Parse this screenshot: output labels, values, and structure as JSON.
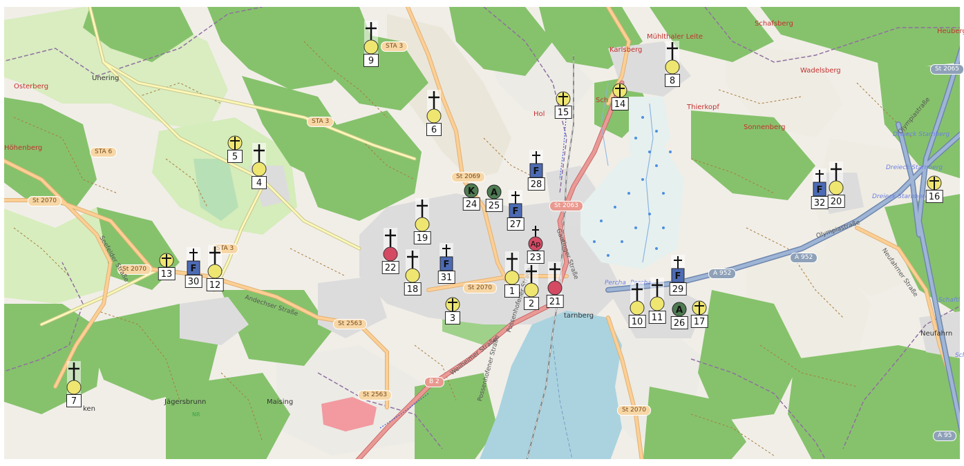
{
  "colors": {
    "forest": "#84c26b",
    "meadow": "#cdeab0",
    "farmland": "#efe6d3",
    "residential": "#e0dfdf",
    "water": "#aad3df",
    "primary_road": "#e48f8a",
    "secondary_road": "#f8c88a",
    "tertiary_road": "#f9f7b7",
    "motorway": "#8aa1c4",
    "cemetery_yellow": "#eee670",
    "cemetery_red": "#d44a63",
    "cemetery_blue": "#4d6bb4",
    "cemetery_green": "#4e7b52",
    "boundary": "#8f6fa0"
  },
  "places": [
    {
      "id": "osterberg",
      "text": "Osterberg",
      "style": "red"
    },
    {
      "id": "unering",
      "text": "Unering",
      "style": "dark"
    },
    {
      "id": "hoehenberg",
      "text": "Höhenberg",
      "style": "red"
    },
    {
      "id": "muehlthaler",
      "text": "Mühlthaler Leite",
      "style": "red"
    },
    {
      "id": "karlsberg",
      "text": "Karlsberg",
      "style": "red"
    },
    {
      "id": "schafsberg",
      "text": "Schafsberg",
      "style": "red"
    },
    {
      "id": "heuberg",
      "text": "Heuberg",
      "style": "red"
    },
    {
      "id": "wadelsberg",
      "text": "Wadelsberg",
      "style": "red"
    },
    {
      "id": "thierkopf",
      "text": "Thierkopf",
      "style": "red"
    },
    {
      "id": "sonnenberg",
      "text": "Sonnenberg",
      "style": "red"
    },
    {
      "id": "hol",
      "text": "Hol",
      "style": "red"
    },
    {
      "id": "sch",
      "text": "Sch",
      "style": "red"
    },
    {
      "id": "starnberg",
      "text": "tarnberg",
      "style": "dark"
    },
    {
      "id": "neufahrn",
      "text": "Neufahrn",
      "style": "dark"
    },
    {
      "id": "jaegersbrunn",
      "text": "Jägersbrunn",
      "style": "dark"
    },
    {
      "id": "maising",
      "text": "Maising",
      "style": "dark"
    },
    {
      "id": "ken",
      "text": "ken",
      "style": "dark"
    },
    {
      "id": "dreieck1",
      "text": "Dreieck Starnberg",
      "style": "blue"
    },
    {
      "id": "dreieck2",
      "text": "Dreieck Starnberg",
      "style": "blue"
    },
    {
      "id": "dreieck3",
      "text": "Dreieck Starnberg",
      "style": "blue"
    },
    {
      "id": "percha1",
      "text": "Percha",
      "style": "blue"
    },
    {
      "id": "percha2",
      "text": "Percha",
      "style": "blue"
    },
    {
      "id": "schaftl",
      "text": "Schaftl",
      "style": "blue"
    },
    {
      "id": "schr",
      "text": "Sch",
      "style": "blue"
    }
  ],
  "road_shields": [
    {
      "id": "sta3a",
      "text": "STA 3",
      "kind": "sta"
    },
    {
      "id": "sta3b",
      "text": "STA 3",
      "kind": "sta"
    },
    {
      "id": "sta3c",
      "text": "STA 3",
      "kind": "sta"
    },
    {
      "id": "sta6",
      "text": "STA 6",
      "kind": "sta"
    },
    {
      "id": "st2070a",
      "text": "St 2070",
      "kind": "sta"
    },
    {
      "id": "st2070b",
      "text": "St 2070",
      "kind": "sta"
    },
    {
      "id": "st2070c",
      "text": "St 2070",
      "kind": "sta"
    },
    {
      "id": "st2070d",
      "text": "St 2070",
      "kind": "sta"
    },
    {
      "id": "st2069",
      "text": "St 2069",
      "kind": "sta"
    },
    {
      "id": "st2063",
      "text": "St 2063",
      "kind": "st"
    },
    {
      "id": "st2065",
      "text": "St 2065",
      "kind": "a"
    },
    {
      "id": "st2563a",
      "text": "St 2563",
      "kind": "sta"
    },
    {
      "id": "st2563b",
      "text": "St 2563",
      "kind": "sta"
    },
    {
      "id": "b2",
      "text": "B 2",
      "kind": "st"
    },
    {
      "id": "a952a",
      "text": "A 952",
      "kind": "a"
    },
    {
      "id": "a952b",
      "text": "A 952",
      "kind": "a"
    },
    {
      "id": "a95",
      "text": "A 95",
      "kind": "a"
    }
  ],
  "streets": [
    {
      "id": "andechser",
      "text": "Andechser Straße"
    },
    {
      "id": "weilheimer",
      "text": "Weilheimer Straße"
    },
    {
      "id": "possenhofener1",
      "text": "Possenhofener Straße"
    },
    {
      "id": "possenhofener2",
      "text": "Possenhofener Straße"
    },
    {
      "id": "olympia1",
      "text": "Olympiastraße"
    },
    {
      "id": "olympia2",
      "text": "Olympiastraße"
    },
    {
      "id": "neufahrner",
      "text": "Neufahrner Straße"
    },
    {
      "id": "seefelder",
      "text": "Seefelder Straße"
    },
    {
      "id": "nordring",
      "text": "Gautinger Straße"
    },
    {
      "id": "nr",
      "text": "NR"
    }
  ],
  "markers": [
    {
      "label": "1",
      "symbol": "cross",
      "color": "yellow"
    },
    {
      "label": "2",
      "symbol": "cross",
      "color": "yellow"
    },
    {
      "label": "3",
      "symbol": "circlecross",
      "color": "yellow"
    },
    {
      "label": "4",
      "symbol": "cross",
      "color": "yellow"
    },
    {
      "label": "5",
      "symbol": "circlecross",
      "color": "yellow"
    },
    {
      "label": "6",
      "symbol": "cross",
      "color": "yellow"
    },
    {
      "label": "7",
      "symbol": "cross",
      "color": "yellow"
    },
    {
      "label": "8",
      "symbol": "cross",
      "color": "yellow"
    },
    {
      "label": "9",
      "symbol": "cross",
      "color": "yellow"
    },
    {
      "label": "10",
      "symbol": "cross",
      "color": "yellow"
    },
    {
      "label": "11",
      "symbol": "cross",
      "color": "yellow"
    },
    {
      "label": "12",
      "symbol": "cross",
      "color": "yellow"
    },
    {
      "label": "13",
      "symbol": "circlecross",
      "color": "yellow"
    },
    {
      "label": "14",
      "symbol": "circlecross",
      "color": "yellow"
    },
    {
      "label": "15",
      "symbol": "circlecross",
      "color": "yellow"
    },
    {
      "label": "16",
      "symbol": "circlecross",
      "color": "yellow"
    },
    {
      "label": "17",
      "symbol": "circlecross",
      "color": "yellow"
    },
    {
      "label": "18",
      "symbol": "cross",
      "color": "yellow"
    },
    {
      "label": "19",
      "symbol": "cross",
      "color": "yellow"
    },
    {
      "label": "20",
      "symbol": "cross",
      "color": "yellow"
    },
    {
      "label": "21",
      "symbol": "cross",
      "color": "red"
    },
    {
      "label": "22",
      "symbol": "cross",
      "color": "red"
    },
    {
      "label": "23",
      "symbol": "crossletter",
      "color": "red",
      "letter": "Ap"
    },
    {
      "label": "24",
      "symbol": "letter",
      "color": "green",
      "letter": "K"
    },
    {
      "label": "25",
      "symbol": "letter",
      "color": "green",
      "letter": "A"
    },
    {
      "label": "26",
      "symbol": "letter",
      "color": "green",
      "letter": "A"
    },
    {
      "label": "27",
      "symbol": "square",
      "color": "blue",
      "letter": "F"
    },
    {
      "label": "28",
      "symbol": "square",
      "color": "blue",
      "letter": "F"
    },
    {
      "label": "29",
      "symbol": "square",
      "color": "blue",
      "letter": "F"
    },
    {
      "label": "30",
      "symbol": "square",
      "color": "blue",
      "letter": "F"
    },
    {
      "label": "31",
      "symbol": "square",
      "color": "blue",
      "letter": "F"
    },
    {
      "label": "32",
      "symbol": "square",
      "color": "blue",
      "letter": "F"
    }
  ]
}
